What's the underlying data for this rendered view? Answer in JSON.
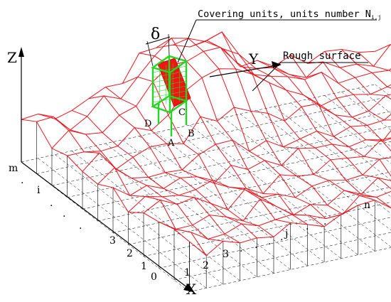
{
  "labels": {
    "covering": "Covering units, units number N",
    "covering_sub": "i,j",
    "rough": "Rough surface",
    "delta": "δ",
    "axis_x": "X",
    "axis_y": "Y",
    "axis_z": "Z",
    "corner_a": "A",
    "corner_b": "B",
    "corner_c": "C",
    "corner_d": "D"
  },
  "left_ticks": [
    "m",
    ".",
    "i",
    ".",
    ".",
    ".",
    "3",
    "2",
    "1",
    "0"
  ],
  "bottom_ticks": [
    "1",
    "2",
    "3",
    ".",
    ".",
    ".",
    ".",
    "j",
    ".",
    ".",
    "n"
  ],
  "colors": {
    "surface": "#e8141e",
    "grid": "#000000",
    "box": "#22d622",
    "fill": "#f01414"
  }
}
